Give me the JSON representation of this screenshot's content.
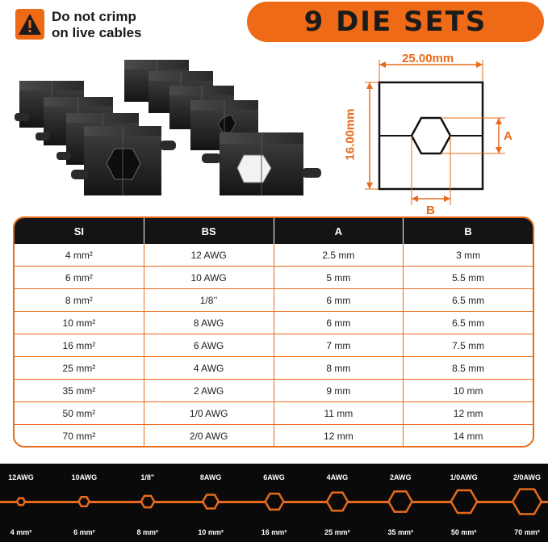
{
  "warning": {
    "line1": "Do not crimp",
    "line2": "on live cables",
    "icon": "warning-triangle-icon"
  },
  "banner": {
    "title": "9 DIE SETS"
  },
  "diagram": {
    "width_label": "25.00mm",
    "height_label": "16.00mm",
    "a_label": "A",
    "b_label": "B"
  },
  "table": {
    "headers": [
      "SI",
      "BS",
      "A",
      "B"
    ],
    "rows": [
      [
        "4 mm²",
        "12 AWG",
        "2.5 mm",
        "3 mm"
      ],
      [
        "6 mm²",
        "10 AWG",
        "5 mm",
        "5.5 mm"
      ],
      [
        "8 mm²",
        "1/8’’",
        "6 mm",
        "6.5 mm"
      ],
      [
        "10 mm²",
        "8 AWG",
        "6 mm",
        "6.5 mm"
      ],
      [
        "16 mm²",
        "6 AWG",
        "7 mm",
        "7.5 mm"
      ],
      [
        "25 mm²",
        "4 AWG",
        "8 mm",
        "8.5 mm"
      ],
      [
        "35 mm²",
        "2 AWG",
        "9 mm",
        "10 mm"
      ],
      [
        "50 mm²",
        "1/0 AWG",
        "11 mm",
        "12 mm"
      ],
      [
        "70 mm²",
        "2/0  AWG",
        "12 mm",
        "14 mm"
      ]
    ]
  },
  "gauges": [
    {
      "awg": "12AWG",
      "mm": "4 mm²"
    },
    {
      "awg": "10AWG",
      "mm": "6 mm²"
    },
    {
      "awg": "1/8\"",
      "mm": "8 mm²"
    },
    {
      "awg": "8AWG",
      "mm": "10 mm²"
    },
    {
      "awg": "6AWG",
      "mm": "16 mm²"
    },
    {
      "awg": "4AWG",
      "mm": "25 mm²"
    },
    {
      "awg": "2AWG",
      "mm": "35 mm²"
    },
    {
      "awg": "1/0AWG",
      "mm": "50 mm²"
    },
    {
      "awg": "2/0AWG",
      "mm": "70 mm²"
    }
  ],
  "colors": {
    "accent": "#e86a1c",
    "banner": "#ef6a17",
    "dark": "#141414"
  }
}
